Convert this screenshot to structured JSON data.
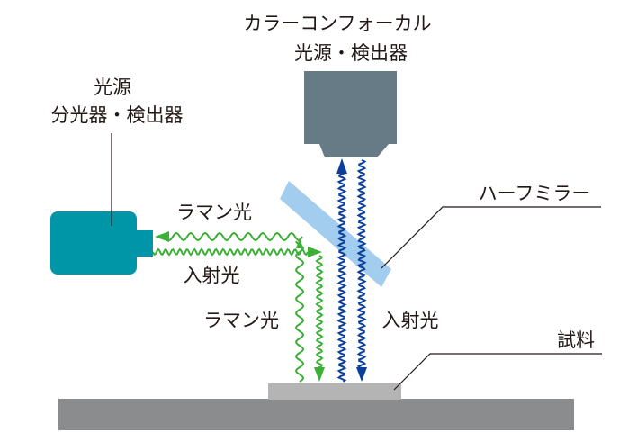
{
  "title": "Raman confocal measurement setup",
  "labels": {
    "color_confocal_line1": "カラーコンフォーカル",
    "color_confocal_line2": "光源・検出器",
    "raman_unit_line1": "光源",
    "raman_unit_line2": "分光器・検出器",
    "half_mirror": "ハーフミラー",
    "raman_light_horizontal": "ラマン光",
    "incident_light_horizontal": "入射光",
    "raman_light_vertical": "ラマン光",
    "incident_light_vertical": "入射光",
    "sample": "試料"
  },
  "colors": {
    "confocal_head": "#667b86",
    "raman_unit": "#0096a8",
    "half_mirror": "#a3cdee",
    "raman_wave": "#3cb036",
    "incident_wave_blue": "#0a3f9c",
    "sample": "#b4b4b5",
    "stage": "#8b8c8e",
    "leader_line": "#231815"
  }
}
